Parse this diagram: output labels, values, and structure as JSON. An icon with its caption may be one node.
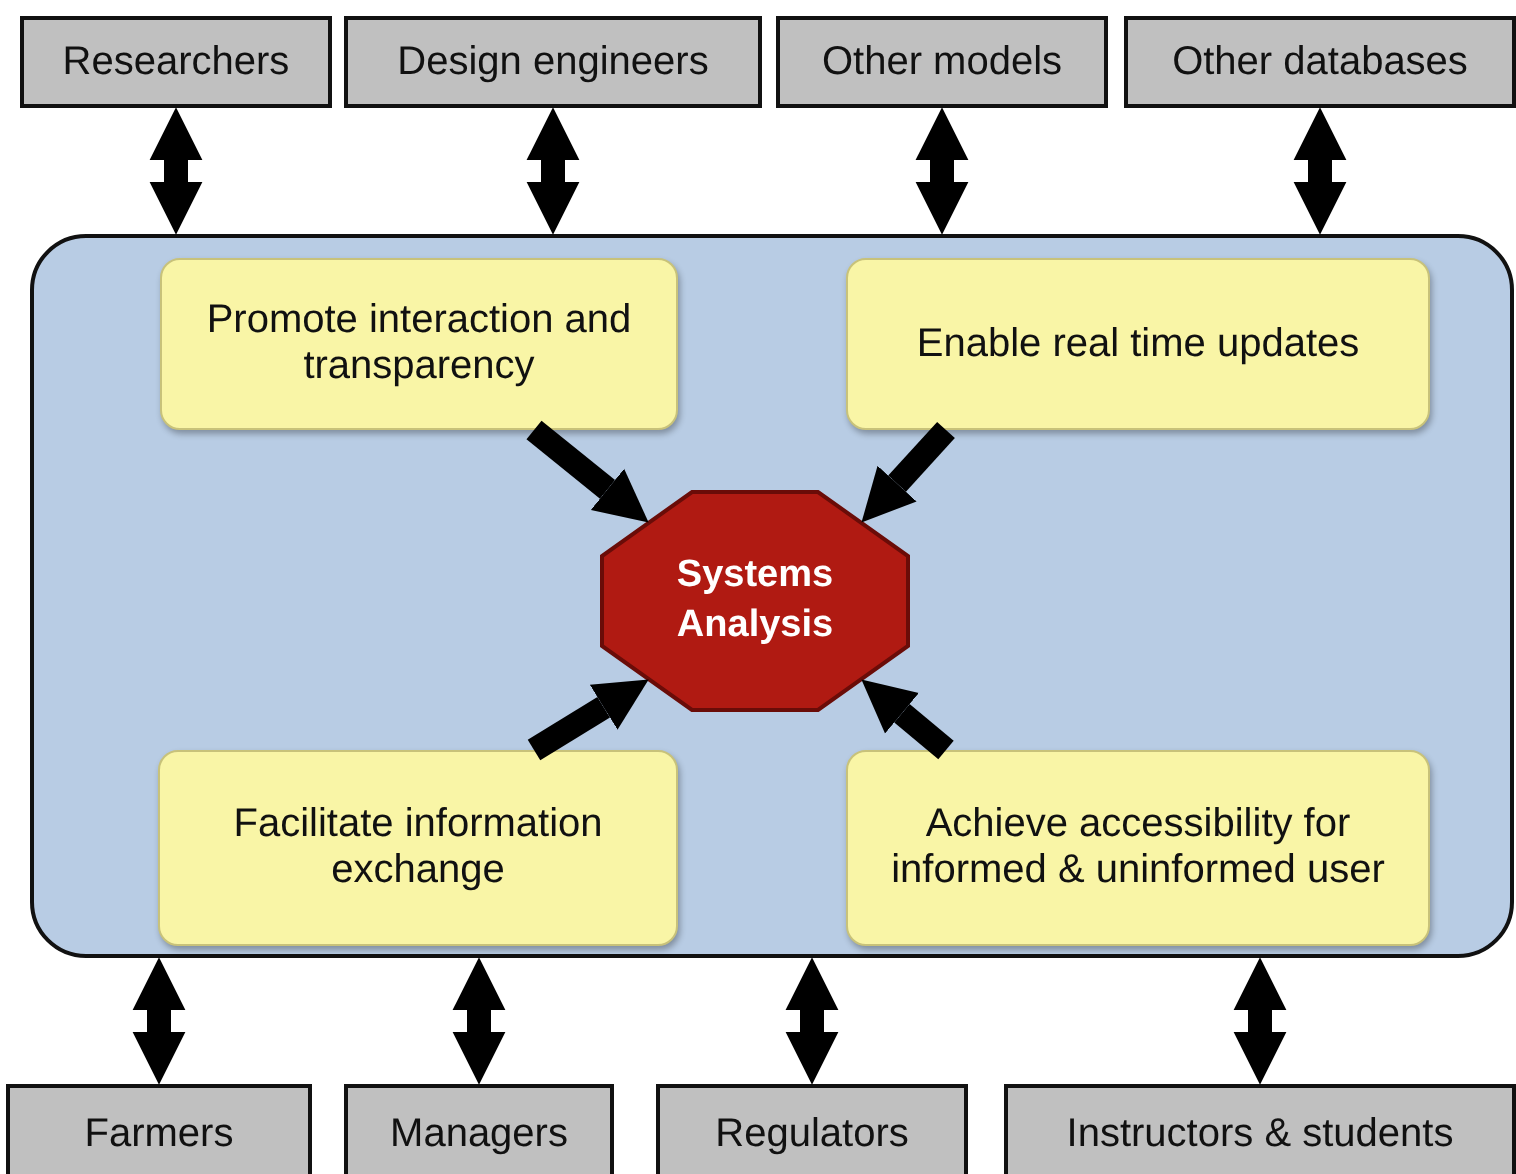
{
  "diagram": {
    "nodes": [
      {
        "text": [
          "Researchers"
        ]
      },
      {
        "text": [
          "Design engineers"
        ]
      },
      {
        "text": [
          "Other models"
        ]
      },
      {
        "text": [
          "Other databases"
        ]
      },
      {
        "text": [],
        "shape": "box"
      },
      {
        "text": [
          "Promote interaction and transparency"
        ],
        "in": 4
      },
      {
        "text": [
          "Enable real time updates"
        ],
        "in": 4
      },
      {
        "text": [
          "Systems Analysis"
        ],
        "in": 4
      },
      {
        "text": [
          "Facilitate information exchange"
        ],
        "in": 4
      },
      {
        "text": [
          "Achieve accessibility for informed & uninformed user"
        ],
        "in": 4
      },
      {
        "text": [
          "Farmers"
        ]
      },
      {
        "text": [
          "Managers"
        ]
      },
      {
        "text": [
          "Regulators"
        ]
      },
      {
        "text": [
          "Instructors & students"
        ]
      }
    ],
    "edges": [
      {
        "from": 0,
        "to": 4,
        "arrow": "both"
      },
      {
        "from": 1,
        "to": 4,
        "arrow": "both"
      },
      {
        "from": 2,
        "to": 4,
        "arrow": "both"
      },
      {
        "from": 3,
        "to": 4,
        "arrow": "both"
      },
      {
        "from": 5,
        "to": 7,
        "arrow": "to"
      },
      {
        "from": 6,
        "to": 7,
        "arrow": "to"
      },
      {
        "from": 8,
        "to": 7,
        "arrow": "to"
      },
      {
        "from": 9,
        "to": 7,
        "arrow": "to"
      },
      {
        "from": 4,
        "to": 10,
        "arrow": "both"
      },
      {
        "from": 4,
        "to": 11,
        "arrow": "both"
      },
      {
        "from": 4,
        "to": 12,
        "arrow": "both"
      },
      {
        "from": 4,
        "to": 13,
        "arrow": "both"
      }
    ]
  }
}
